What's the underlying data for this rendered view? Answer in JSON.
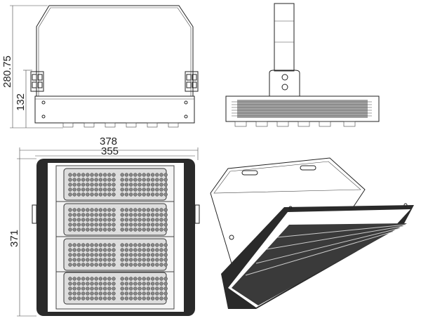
{
  "dimensions": {
    "overall_height": "280.75",
    "body_height": "132",
    "overall_width": "378",
    "panel_width": "355",
    "panel_height": "371"
  },
  "led_modules": 4,
  "colors": {
    "line": "#222222",
    "frame": "#2a2a2a",
    "background": "#ffffff"
  }
}
